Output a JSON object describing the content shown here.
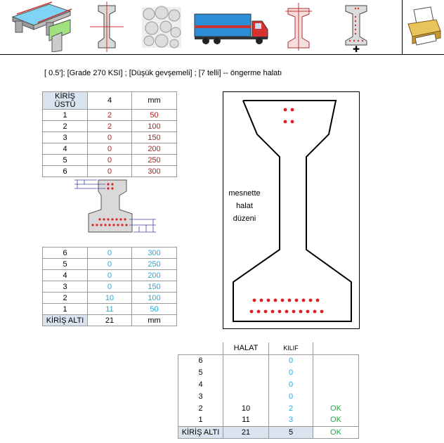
{
  "caption": "[ 0.5']; [Grade 270 KSI] ; [Düşük gevşemeli] ; [7 telli] -- öngerme halatı",
  "colors": {
    "header_fill": "#d9e4f0",
    "red": "#b02020",
    "blue": "#22aadd",
    "green": "#22aa44"
  },
  "toolbar": {
    "icons": [
      "bridge-icon",
      "i-beam-section-icon",
      "aggregate-icon",
      "truck-icon",
      "beam-section-red-icon",
      "beam-strands-icon",
      "printer-icon"
    ]
  },
  "top_table": {
    "header": [
      "KİRİŞ ÜSTÜ",
      "4",
      "mm"
    ],
    "rows": [
      [
        "1",
        "2",
        "50"
      ],
      [
        "2",
        "2",
        "100"
      ],
      [
        "3",
        "0",
        "150"
      ],
      [
        "4",
        "0",
        "200"
      ],
      [
        "5",
        "0",
        "250"
      ],
      [
        "6",
        "0",
        "300"
      ]
    ]
  },
  "bottom_table": {
    "rows": [
      [
        "6",
        "0",
        "300"
      ],
      [
        "5",
        "0",
        "250"
      ],
      [
        "4",
        "0",
        "200"
      ],
      [
        "3",
        "0",
        "150"
      ],
      [
        "2",
        "10",
        "100"
      ],
      [
        "1",
        "11",
        "50"
      ]
    ],
    "footer": [
      "KİRİŞ ALTI",
      "21",
      "mm"
    ]
  },
  "beam_label": [
    "mesnette",
    "halat",
    "düzeni"
  ],
  "summary_table": {
    "headers": [
      "HALAT",
      "KILIF"
    ],
    "rows": [
      [
        "6",
        "",
        "0",
        ""
      ],
      [
        "5",
        "",
        "0",
        ""
      ],
      [
        "4",
        "",
        "0",
        ""
      ],
      [
        "3",
        "",
        "0",
        ""
      ],
      [
        "2",
        "10",
        "2",
        "OK"
      ],
      [
        "1",
        "11",
        "3",
        "OK"
      ]
    ],
    "footer": [
      "KİRİŞ ALTI",
      "21",
      "5",
      "OK"
    ]
  }
}
